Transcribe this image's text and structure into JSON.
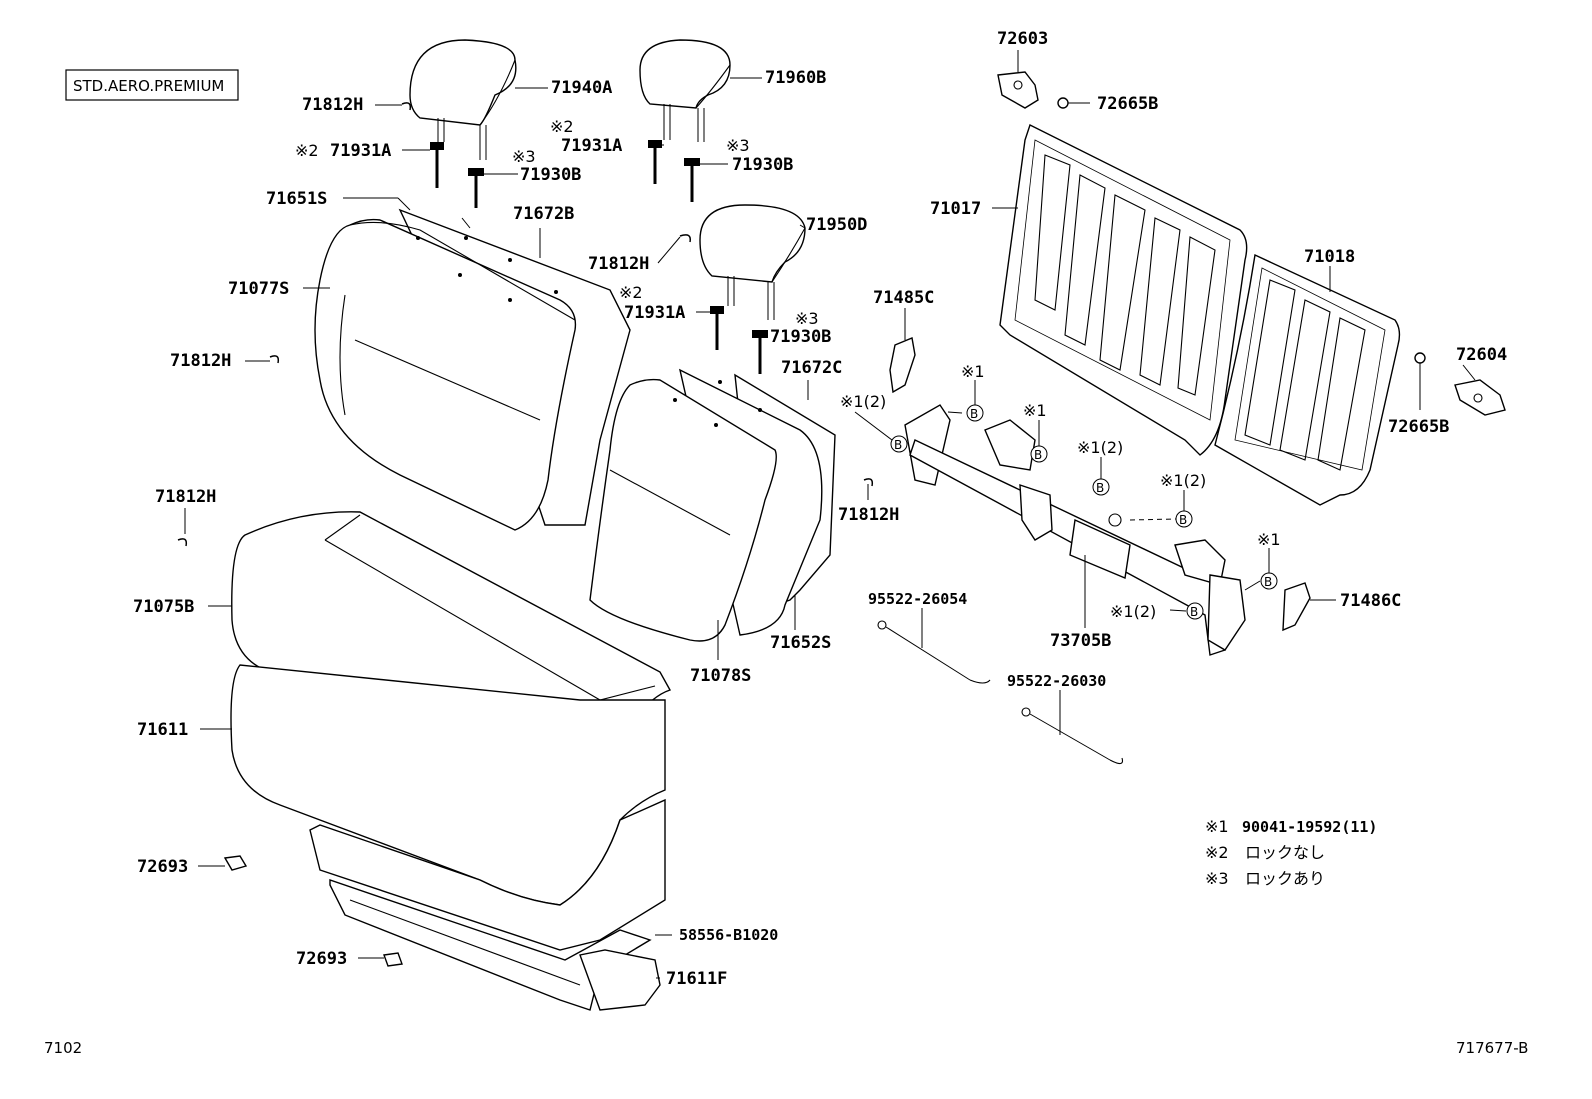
{
  "variant_box": "STD.AERO.PREMIUM",
  "part_labels": [
    "71940A",
    "71960B",
    "71812H",
    "71931A",
    "71930B",
    "71651S",
    "71672B",
    "71950D",
    "71077S",
    "71812H",
    "71931A",
    "71930B",
    "71812H",
    "71672C",
    "71812H",
    "71075B",
    "71078S",
    "71652S",
    "71611",
    "72693",
    "72693",
    "58556-B1020",
    "71611F",
    "72603",
    "72665B",
    "71017",
    "71018",
    "72604",
    "72665B",
    "71485C",
    "71486C",
    "73705B",
    "95522-26054",
    "95522-26030",
    "71931A",
    "71930B",
    "71812H"
  ],
  "note_marks": [
    "※2",
    "※3",
    "※2",
    "※3",
    "※2",
    "※3",
    "※1",
    "※1(2)",
    "※1",
    "※1(2)",
    "※1(2)",
    "※1",
    "※1(2)"
  ],
  "bolt_code": "B",
  "legend": [
    {
      "mark": "※1",
      "text": "90041-19592(11)"
    },
    {
      "mark": "※2",
      "text": "ロックなし"
    },
    {
      "mark": "※3",
      "text": "ロックあり"
    }
  ],
  "footer_left": "7102",
  "footer_right": "717677-B"
}
